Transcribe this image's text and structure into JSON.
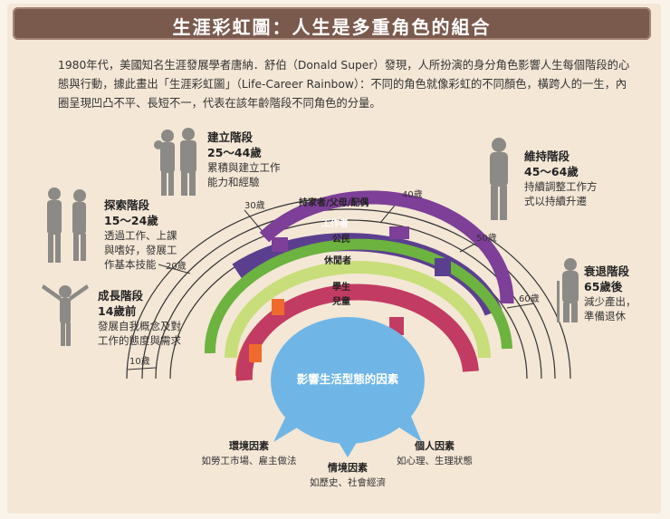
{
  "title": "生涯彩虹圖：人生是多重角色的組合",
  "intro": "1980年代，美國知名生涯發展學者唐納．舒伯（Donald Super）發現，人所扮演的身分角色影響人生每個階段的心態與行動，據此畫出「生涯彩虹圖」（Life-Career Rainbow）：不同的角色就像彩虹的不同顏色，橫跨人的一生，內圈呈現凹凸不平、長短不一，代表在該年齡階段不同角色的分量。",
  "stages": {
    "growth": {
      "name": "成長階段",
      "age": "14歲前",
      "desc1": "發展自我概念及對",
      "desc2": "工作的態度與需求"
    },
    "exploration": {
      "name": "探索階段",
      "age": "15～24歲",
      "desc1": "透過工作、上課",
      "desc2": "與嗜好，發展工",
      "desc3": "作基本技能"
    },
    "establishment": {
      "name": "建立階段",
      "age": "25～44歲",
      "desc1": "累積與建立工作",
      "desc2": "能力和經驗"
    },
    "maintenance": {
      "name": "維持階段",
      "age": "45～64歲",
      "desc1": "持續調整工作方",
      "desc2": "式以持續升遷"
    },
    "decline": {
      "name": "衰退階段",
      "age": "65歲後",
      "desc1": "減少產出，",
      "desc2": "準備退休"
    }
  },
  "ages": {
    "a10": "10歲",
    "a20": "20歲",
    "a30": "30歲",
    "a40": "40歲",
    "a50": "50歲",
    "a60": "60歲"
  },
  "roles": {
    "homemaker": "持家者/父母/配偶",
    "worker": "工作者",
    "citizen": "公民",
    "leisurite": "休閒者",
    "student": "學生",
    "child": "兒童"
  },
  "center_label": "影響生活型態的因素",
  "factors": {
    "env_title": "環境因素",
    "env_desc": "如勞工市場、雇主做法",
    "situ_title": "情境因素",
    "situ_desc": "如歷史、社會經濟",
    "pers_title": "個人因素",
    "pers_desc": "如心理、生理狀態"
  },
  "colors": {
    "title_bg": "#7b5a4e",
    "homemaker": "#7d3f98",
    "worker": "#5b3f8f",
    "citizen": "#6cb33f",
    "leisurite": "#c8de7a",
    "student": "#ee6b2d",
    "child": "#c23b63",
    "center": "#6fb6e6",
    "silhouette": "#8c8a86"
  }
}
